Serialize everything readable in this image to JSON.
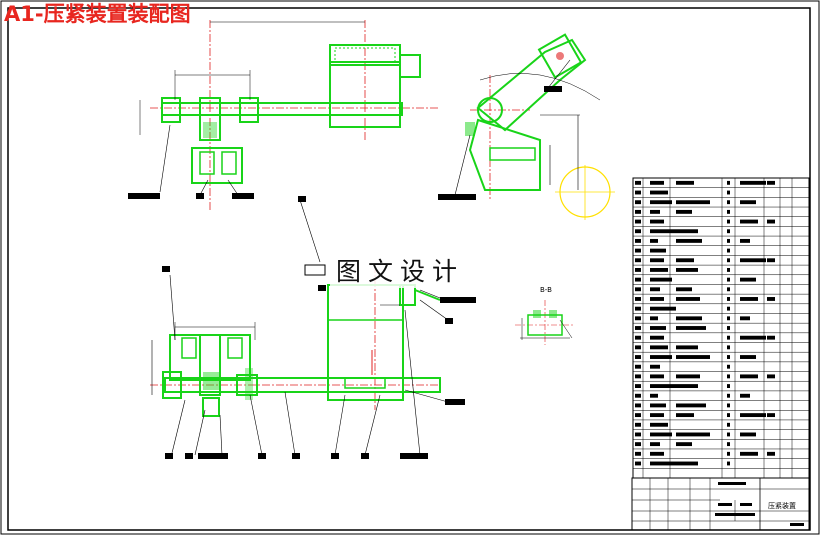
{
  "drawing": {
    "title": "A1-压紧装置装配图",
    "watermark": "图文设计"
  },
  "colors": {
    "part": "#19d419",
    "center": "#e02020",
    "dim": "#000000",
    "fill": "#ffffff",
    "accent": "#ffe000"
  },
  "views": {
    "section_label": "B-B"
  },
  "title_block": {
    "part_name": "压紧装置"
  }
}
